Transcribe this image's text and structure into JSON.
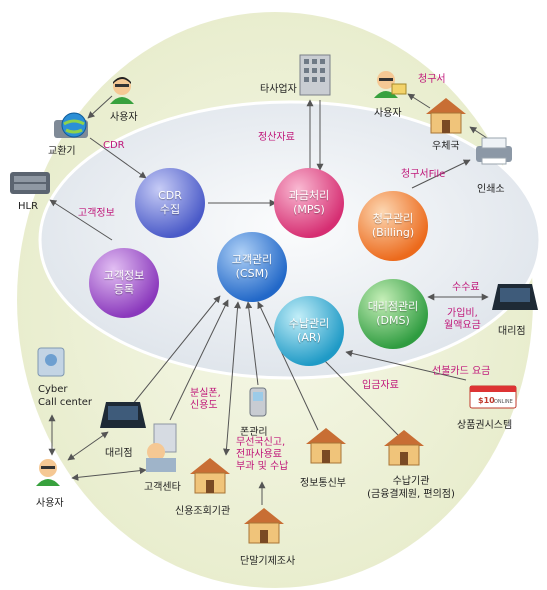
{
  "circles": {
    "cdr": {
      "line1": "CDR",
      "line2": "수집",
      "color": "#5f6fd6"
    },
    "mps": {
      "line1": "과금처리",
      "line2": "(MPS)",
      "color": "#e0407e"
    },
    "csm": {
      "line1": "고객관리",
      "line2": "(CSM)",
      "color": "#2f7fd8"
    },
    "billing": {
      "line1": "청구관리",
      "line2": "(Billing)",
      "color": "#f07828"
    },
    "customer_info": {
      "line1": "고객정보",
      "line2": "등록",
      "color": "#9a48c8"
    },
    "ar": {
      "line1": "수납관리",
      "line2": "(AR)",
      "color": "#28a8d0"
    },
    "dms": {
      "line1": "대리점관리",
      "line2": "(DMS)",
      "color": "#3caa4c"
    }
  },
  "nodes": {
    "user_top_left": "사용자",
    "exchange": "교환기",
    "hlr": "HLR",
    "other_carrier": "타사업자",
    "user_top_right": "사용자",
    "post_office": "우체국",
    "print_shop": "인쇄소",
    "agency_right": "대리점",
    "voucher_system": "상품권시스템",
    "cyber_call_center_line1": "Cyber",
    "cyber_call_center_line2": "Call center",
    "agency_left": "대리점",
    "user_bottom_left": "사용자",
    "customer_center": "고객센타",
    "credit_bureau": "신용조회기관",
    "phone_mgmt": "폰관리",
    "info_comm_dept": "정보통신부",
    "payment_agency_line1": "수납기관",
    "payment_agency_line2": "(금융결제원, 편의점)",
    "terminal_survey": "단말기제조사"
  },
  "edge_labels": {
    "cdr": "CDR",
    "settlement": "정산자료",
    "invoice": "청구서",
    "invoice_file": "청구서File",
    "customer_info": "고객정보",
    "commission": "수수료",
    "subscription_line1": "가입비,",
    "subscription_line2": "월액요금",
    "prepaid_card": "선불카드 요금",
    "deposit_data": "입금자료",
    "lost_phone_line1": "분실폰,",
    "lost_phone_line2": "신용도",
    "radio_line1": "무선국신고,",
    "radio_line2": "전파사용료",
    "radio_line3": "부과 및 수납"
  },
  "voucher_card": {
    "amount": "$10",
    "brand": "ONLINE"
  },
  "colors": {
    "edge_label": "#c0187a",
    "arrow": "#555555",
    "ellipse_outer": "#eef1d8",
    "ellipse_inner": "#e4e8ef"
  }
}
